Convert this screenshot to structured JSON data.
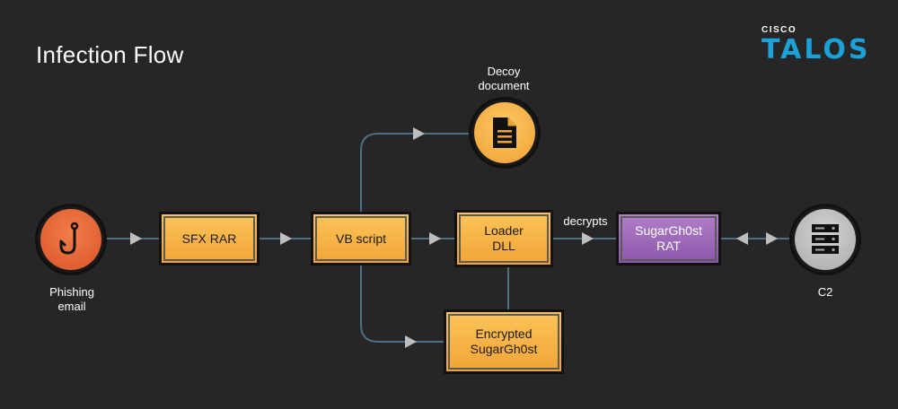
{
  "title": "Infection Flow",
  "logo": {
    "cisco": "CISCO",
    "talos": "TALOS"
  },
  "nodes": {
    "phishing": {
      "label_line1": "Phishing",
      "label_line2": "email",
      "icon": "fishhook-icon"
    },
    "sfx_rar": {
      "label": "SFX RAR"
    },
    "vb_script": {
      "label": "VB script"
    },
    "decoy": {
      "label_line1": "Decoy",
      "label_line2": "document",
      "icon": "document-icon"
    },
    "loader_dll": {
      "label_line1": "Loader",
      "label_line2": "DLL"
    },
    "encrypted": {
      "label_line1": "Encrypted",
      "label_line2": "SugarGh0st"
    },
    "rat": {
      "label_line1": "SugarGh0st",
      "label_line2": "RAT"
    },
    "c2": {
      "label": "C2",
      "icon": "server-icon"
    }
  },
  "edges": {
    "decrypts_label": "decrypts"
  },
  "colors": {
    "background": "#262626",
    "box_orange": "#f6b347",
    "box_purple": "#9a66b8",
    "phishing_circle": "#e8653a",
    "decoy_circle": "#f6b347",
    "c2_circle": "#bdbdbd",
    "connector": "#4f6d80",
    "talos_blue": "#1ba0d7"
  }
}
